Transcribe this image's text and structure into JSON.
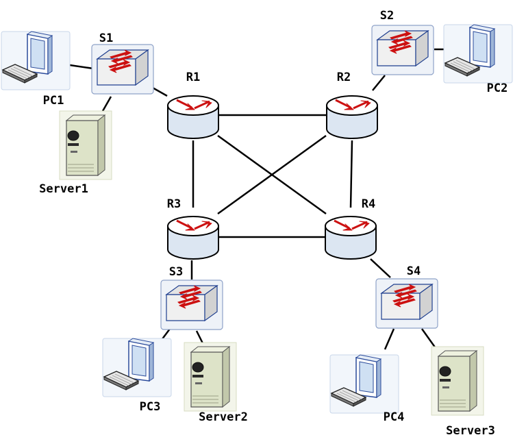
{
  "labels": {
    "r1": "R1",
    "r2": "R2",
    "r3": "R3",
    "r4": "R4",
    "s1": "S1",
    "s2": "S2",
    "s3": "S3",
    "s4": "S4",
    "pc1": "PC1",
    "pc2": "PC2",
    "pc3": "PC3",
    "pc4": "PC4",
    "server1": "Server1",
    "server2": "Server2",
    "server3": "Server3"
  },
  "links": [
    [
      "pc1",
      "s1"
    ],
    [
      "s1",
      "r1"
    ],
    [
      "s1",
      "server1"
    ],
    [
      "s2",
      "r2"
    ],
    [
      "s2",
      "pc2"
    ],
    [
      "r1",
      "r2"
    ],
    [
      "r1",
      "r3"
    ],
    [
      "r1",
      "r4"
    ],
    [
      "r2",
      "r3"
    ],
    [
      "r2",
      "r4"
    ],
    [
      "r3",
      "r4"
    ],
    [
      "r3",
      "s3"
    ],
    [
      "s3",
      "pc3"
    ],
    [
      "s3",
      "server2"
    ],
    [
      "r4",
      "s4"
    ],
    [
      "s4",
      "pc4"
    ],
    [
      "s4",
      "server3"
    ]
  ],
  "colors": {
    "router_body": "#dce6f2",
    "router_top": "#ffffff",
    "router_arrow": "#cc1111",
    "switch_face": "#e8e8e8",
    "switch_border": "#1f3f8f",
    "server_body": "#dde3c8",
    "pc_screen": "#cfe0f3",
    "link": "#000000"
  }
}
